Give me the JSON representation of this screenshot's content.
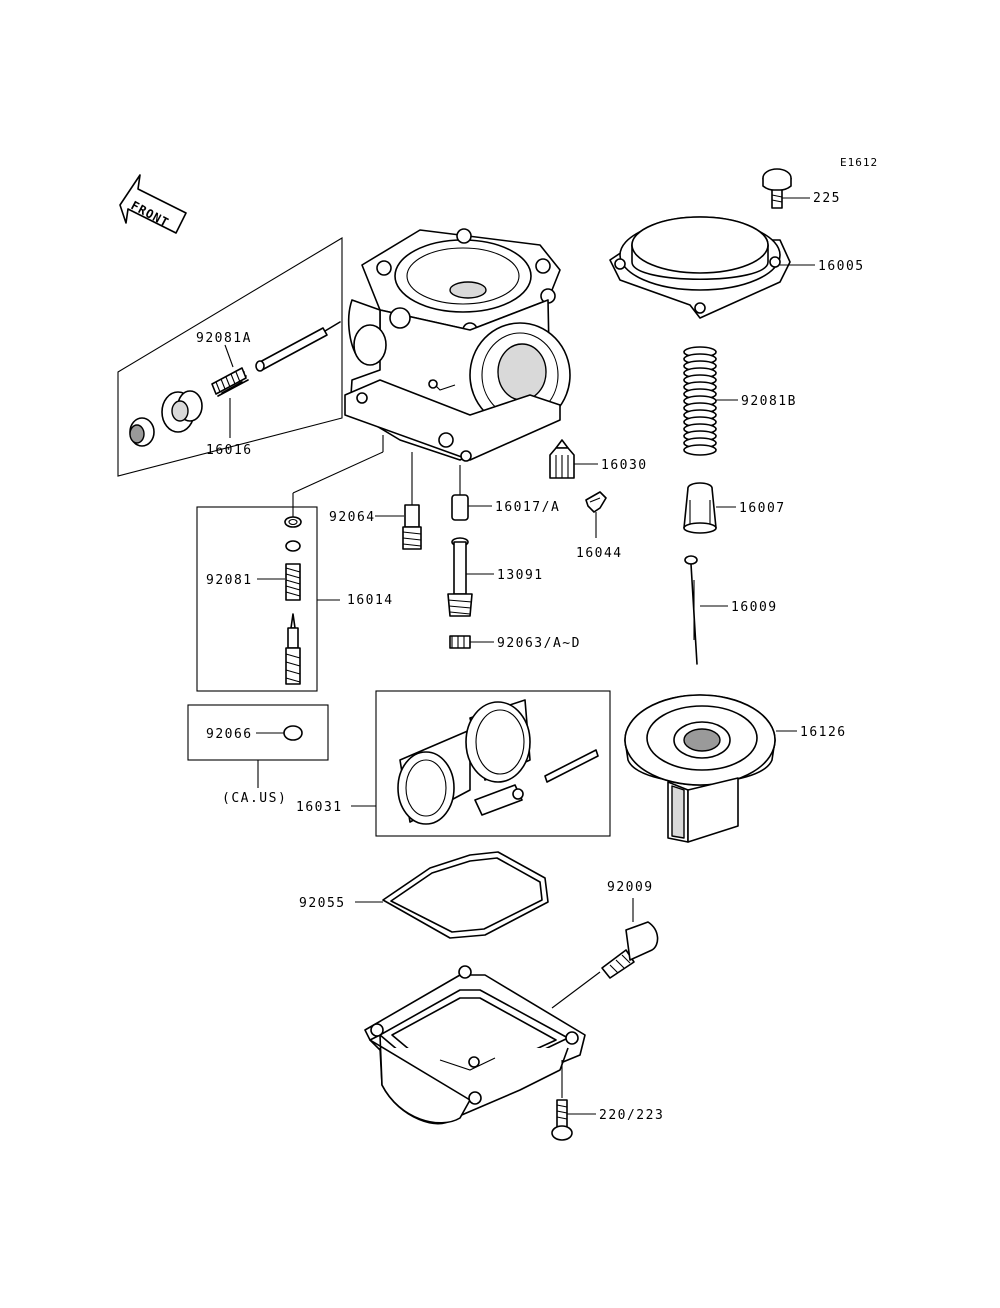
{
  "diagram_code": "E1612",
  "front_arrow_label": "FRONT",
  "parts": {
    "screw_225": "225",
    "top_cover_16005": "16005",
    "spring_92081B": "92081B",
    "needle_holder_16007": "16007",
    "jet_needle_16009": "16009",
    "diaphragm_16126": "16126",
    "float_valve_16030": "16030",
    "pilot_jet_16017": "16017/A",
    "clip_16044": "16044",
    "needle_jet_13091": "13091",
    "main_jet_92063": "92063/A~D",
    "jet_92064": "92064",
    "plunger_kit_16016": "16016",
    "spring_92081A": "92081A",
    "pilot_screw_kit_16014": "16014",
    "spring_92081": "92081",
    "plug_92066": "92066",
    "plug_region_note": "(CA.US)",
    "float_16031": "16031",
    "gasket_92055": "92055",
    "drain_screw_92009": "92009",
    "bowl_screws": "220/223"
  }
}
